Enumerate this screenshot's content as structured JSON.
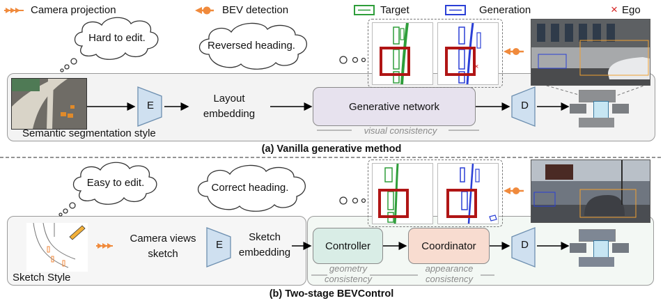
{
  "legend": {
    "camera_projection": "Camera projection",
    "bev_detection": "BEV detection",
    "target": "Target",
    "generation": "Generation",
    "ego": "Ego",
    "ego_marker": "×"
  },
  "panel_a": {
    "bubble_1": "Hard to edit.",
    "bubble_2": "Reversed heading.",
    "input_label": "Semantic segmentation style",
    "encoder": "E",
    "layout_embedding": "Layout\nembedding",
    "network": "Generative network",
    "decoder": "D",
    "consistency": "visual consistency",
    "caption": "(a) Vanilla generative method"
  },
  "panel_b": {
    "bubble_1": "Easy to edit.",
    "bubble_2": "Correct heading.",
    "input_label": "Sketch Style",
    "camera_views": "Camera views\nsketch",
    "encoder": "E",
    "sketch_embedding": "Sketch\nembedding",
    "controller": "Controller",
    "coordinator": "Coordinator",
    "decoder": "D",
    "geometry_consistency": "geometry\nconsistency",
    "appearance_consistency": "appearance\nconsistency",
    "caption": "(b) Two-stage BEVControl"
  },
  "colors": {
    "orange": "#f08a3c",
    "target_green": "#2e9e3a",
    "generation_blue": "#2a3fd6",
    "ego_red": "#d42020",
    "highlight_red": "#b01515",
    "network_fill": "#e7e2ee",
    "controller_fill": "#d9ede6",
    "coordinator_fill": "#f8dcd0",
    "encoder_fill": "#cfe0f0",
    "panel_a_fill": "#f3f3f3",
    "panel_b_fill": "#f3f8f4"
  }
}
